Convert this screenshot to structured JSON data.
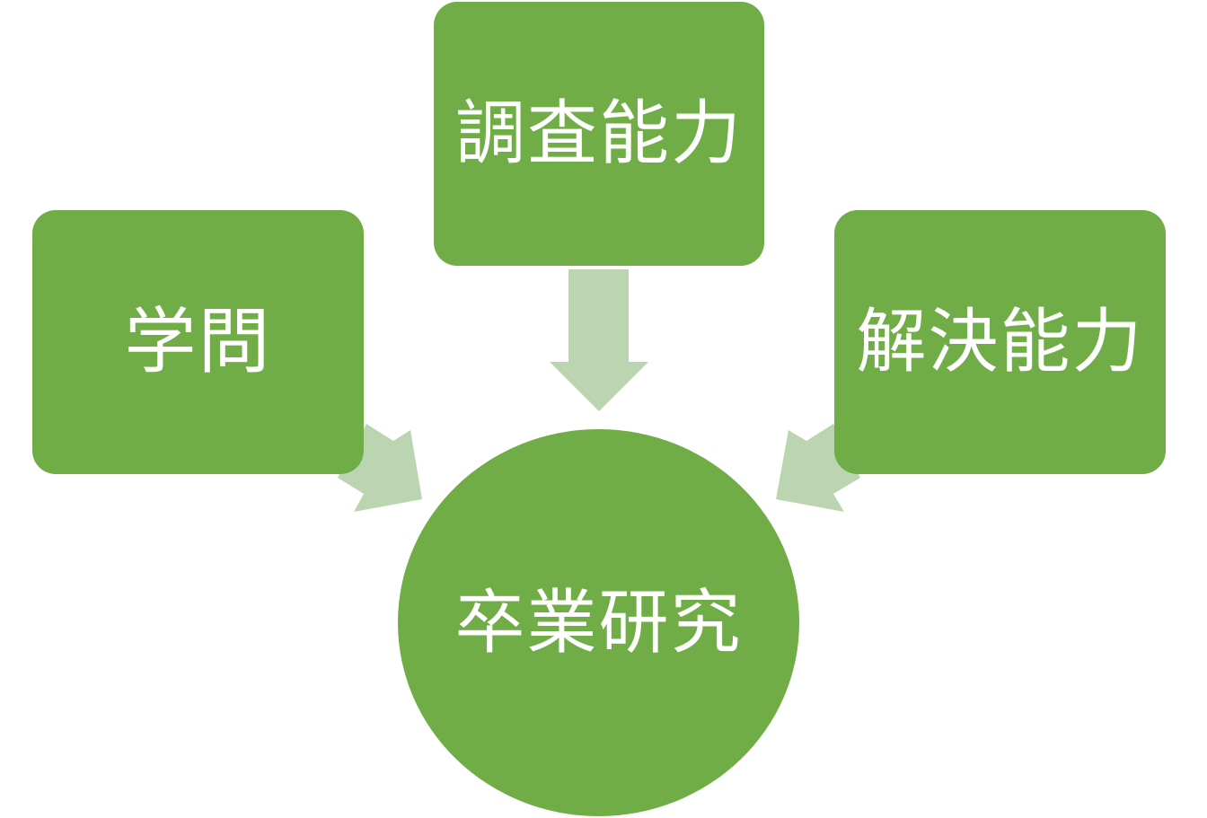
{
  "colors": {
    "node_fill": "#70ad47",
    "arrow_fill": "#bcd5b1",
    "text": "#ffffff"
  },
  "nodes": {
    "top": {
      "label": "調査能力"
    },
    "left": {
      "label": "学問"
    },
    "right": {
      "label": "解決能力"
    },
    "center": {
      "label": "卒業研究"
    }
  },
  "edges": [
    {
      "from": "top",
      "to": "center"
    },
    {
      "from": "left",
      "to": "center"
    },
    {
      "from": "right",
      "to": "center"
    }
  ]
}
